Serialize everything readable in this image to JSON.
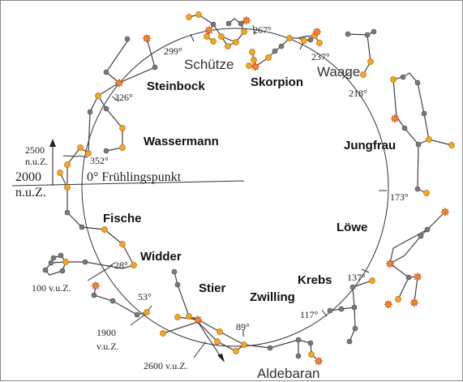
{
  "constellations": [
    {
      "key": "schuetze",
      "name": "Schütze"
    },
    {
      "key": "skorpion",
      "name": "Skorpion"
    },
    {
      "key": "waage",
      "name": "Waage"
    },
    {
      "key": "steinbock",
      "name": "Steinbock"
    },
    {
      "key": "wassermann",
      "name": "Wassermann"
    },
    {
      "key": "jungfrau",
      "name": "Jungfrau"
    },
    {
      "key": "loewe",
      "name": "Löwe"
    },
    {
      "key": "fische",
      "name": "Fische"
    },
    {
      "key": "widder",
      "name": "Widder"
    },
    {
      "key": "krebs",
      "name": "Krebs"
    },
    {
      "key": "stier",
      "name": "Stier"
    },
    {
      "key": "zwilling",
      "name": "Zwilling"
    }
  ],
  "degrees": [
    "267°",
    "237°",
    "218°",
    "299°",
    "326°",
    "352°",
    "173°",
    "137°",
    "117°",
    "89°",
    "53°",
    "28°"
  ],
  "equinox": {
    "label": "0° Frühlingspunkt"
  },
  "epochs": {
    "e2500": {
      "line1": "2500",
      "line2": "n.u.Z."
    },
    "e2000": {
      "line1": "2000",
      "line2": "n.u.Z."
    },
    "e100": "100 v.u.Z.",
    "e1900": {
      "line1": "1900",
      "line2": "v.u.Z."
    },
    "e2600": "2600 v.u.Z."
  },
  "star": {
    "name": "Aldebaran"
  },
  "colors": {
    "orange": "#f5a623",
    "orange_stroke": "#b26d00",
    "gray": "#7a7a7a",
    "line": "#404040",
    "star_fill": "#f08a1e",
    "star_stroke": "#c0392b"
  }
}
